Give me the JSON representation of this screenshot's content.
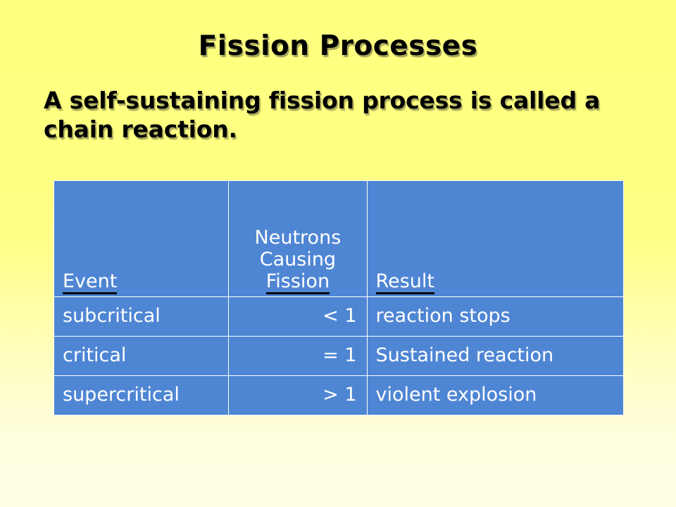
{
  "slide": {
    "title": "Fission Processes",
    "subtitle": "A self-sustaining fission process is called a chain reaction.",
    "background_top_color": "#ffff80",
    "background_bottom_color": "#ffffe6",
    "table_fill_color": "#4f86d4",
    "table_text_color": "#ffffff",
    "underline_color": "#000000"
  },
  "table": {
    "headers": {
      "event": "Event",
      "neutrons_line1": "Neutrons",
      "neutrons_line2": "Causing",
      "neutrons_line3": "Fission",
      "result": "Result"
    },
    "rows": [
      {
        "event": "subcritical",
        "neutrons": "< 1",
        "result": "reaction stops"
      },
      {
        "event": "critical",
        "neutrons": "= 1",
        "result": "Sustained reaction"
      },
      {
        "event": "supercritical",
        "neutrons": "> 1",
        "result": "violent explosion"
      }
    ]
  }
}
